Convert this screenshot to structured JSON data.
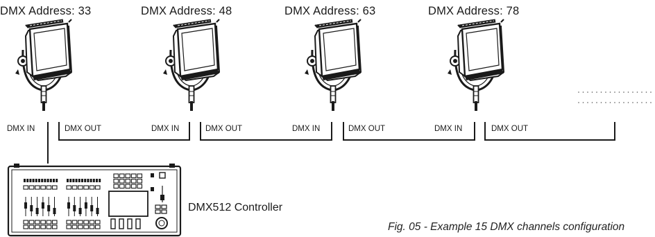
{
  "fixtures": [
    {
      "address_label": "DMX Address: 33",
      "in_label": "DMX IN",
      "out_label": "DMX OUT"
    },
    {
      "address_label": "DMX Address: 48",
      "in_label": "DMX IN",
      "out_label": "DMX OUT"
    },
    {
      "address_label": "DMX Address: 63",
      "in_label": "DMX IN",
      "out_label": "DMX OUT"
    },
    {
      "address_label": "DMX Address: 78",
      "in_label": "DMX IN",
      "out_label": "DMX OUT"
    }
  ],
  "controller": {
    "label": "DMX512 Controller"
  },
  "caption": "Fig. 05 - Example 15 DMX channels configuration",
  "colors": {
    "line": "#1a1a1a",
    "background": "#ffffff"
  }
}
